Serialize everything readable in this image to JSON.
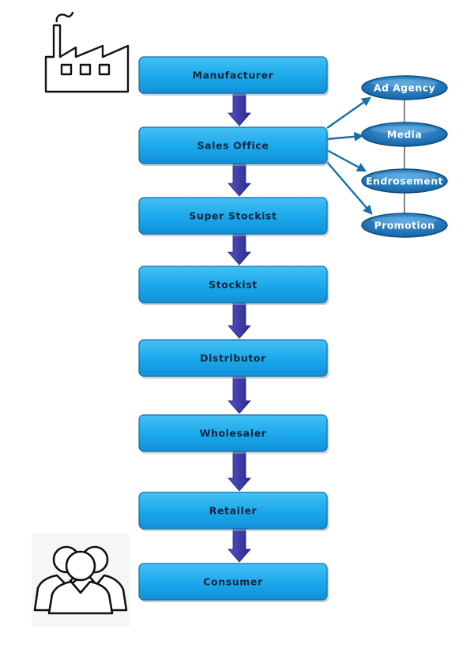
{
  "chain": [
    {
      "id": "manufacturer",
      "label": "Manufacturer"
    },
    {
      "id": "sales-office",
      "label": "Sales Office"
    },
    {
      "id": "super-stockist",
      "label": "Super Stockist"
    },
    {
      "id": "stockist",
      "label": "Stockist"
    },
    {
      "id": "distributor",
      "label": "Distributor"
    },
    {
      "id": "wholesaler",
      "label": "Wholesaler"
    },
    {
      "id": "retailer",
      "label": "Retailer"
    },
    {
      "id": "consumer",
      "label": "Consumer"
    }
  ],
  "branches": [
    {
      "id": "ad-agency",
      "label": "Ad Agency"
    },
    {
      "id": "media",
      "label": "Media"
    },
    {
      "id": "endrosement",
      "label": "Endrosement"
    },
    {
      "id": "promotion",
      "label": "Promotion"
    }
  ],
  "colors": {
    "box_fill": "#1aa7ec",
    "box_stroke": "#0e6fae",
    "oval_fill": "#1b74b8",
    "oval_stroke": "#0b4a80",
    "arrow": "#3b3ba6",
    "branch_arrow": "#176ea8"
  },
  "icons": {
    "top_left": "factory-icon",
    "bottom_left": "people-group-icon"
  }
}
